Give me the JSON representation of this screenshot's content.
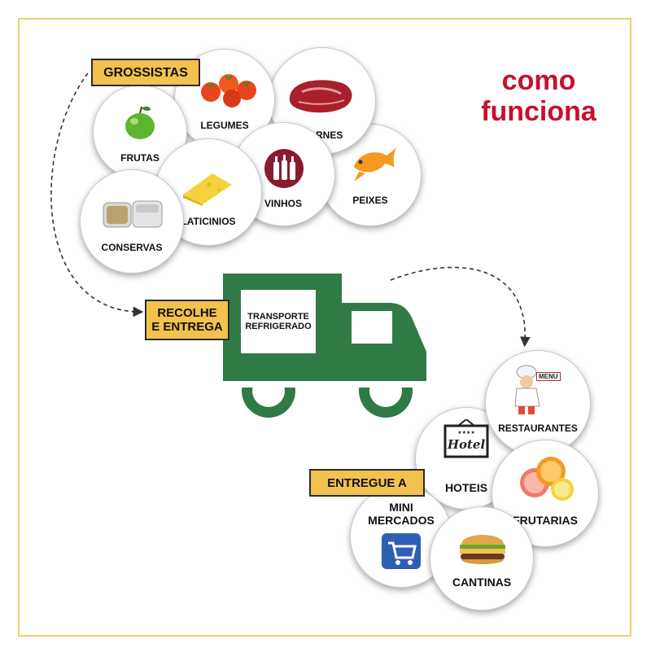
{
  "title": {
    "line1": "como",
    "line2": "funciona"
  },
  "tags": {
    "wholesalers": "GROSSISTAS",
    "pickup_line1": "RECOLHE",
    "pickup_line2": "E ENTREGA",
    "delivered": "ENTREGUE A"
  },
  "truck": {
    "line1": "TRANSPORTE",
    "line2": "REFRIGERADO"
  },
  "suppliers": {
    "frutas": "FRUTAS",
    "legumes": "LEGUMES",
    "carnes": "CARNES",
    "conservas": "CONSERVAS",
    "laticinios": "LATICINIOS",
    "vinhos": "VINHOS",
    "peixes": "PEIXES"
  },
  "clients": {
    "restaurantes": "RESTAURANTES",
    "hoteis": "HOTEIS",
    "hotel_sign": "Hotel",
    "menu_sign": "MENU",
    "mini_line1": "MINI",
    "mini_line2": "MERCADOS",
    "frutarias": "FRUTARIAS",
    "cantinas": "CANTINAS"
  },
  "colors": {
    "truck": "#2f7a45",
    "title": "#c8102e",
    "tag": "#f2c14e",
    "frame": "#f2cf6b"
  }
}
